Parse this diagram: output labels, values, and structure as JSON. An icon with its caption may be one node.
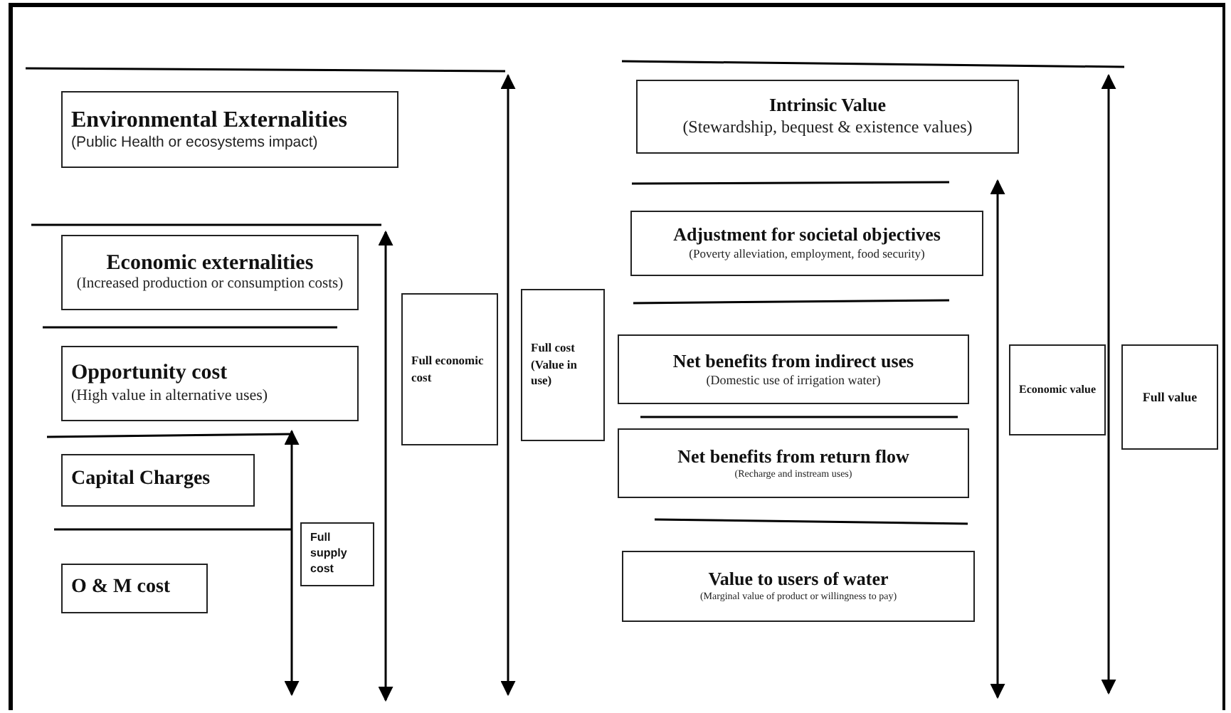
{
  "diagram": {
    "nodes": [
      {
        "text": [
          "Environmental Externalities",
          "(Public Health or ecosystems impact)"
        ]
      },
      {
        "text": [
          "Economic externalities",
          "(Increased production or consumption costs)"
        ]
      },
      {
        "text": [
          "Opportunity cost",
          "(High value in alternative uses)"
        ]
      },
      {
        "text": [
          "Capital Charges"
        ]
      },
      {
        "text": [
          "O & M cost"
        ]
      },
      {
        "text": [
          "Full supply cost"
        ]
      },
      {
        "text": [
          "Full economic cost"
        ]
      },
      {
        "text": [
          "Full cost (Value in use)"
        ]
      },
      {
        "text": [
          "Intrinsic Value",
          "(Stewardship, bequest & existence values)"
        ]
      },
      {
        "text": [
          "Adjustment for societal objectives",
          "(Poverty alleviation, employment, food security)"
        ]
      },
      {
        "text": [
          "Net benefits from indirect uses",
          "(Domestic use of irrigation water)"
        ]
      },
      {
        "text": [
          "Net benefits from return flow",
          "(Recharge and instream uses)"
        ]
      },
      {
        "text": [
          "Value to users of water",
          "(Marginal value of product or willingness to pay)"
        ]
      },
      {
        "text": [
          "Economic value"
        ]
      },
      {
        "text": [
          "Full value"
        ]
      }
    ]
  }
}
